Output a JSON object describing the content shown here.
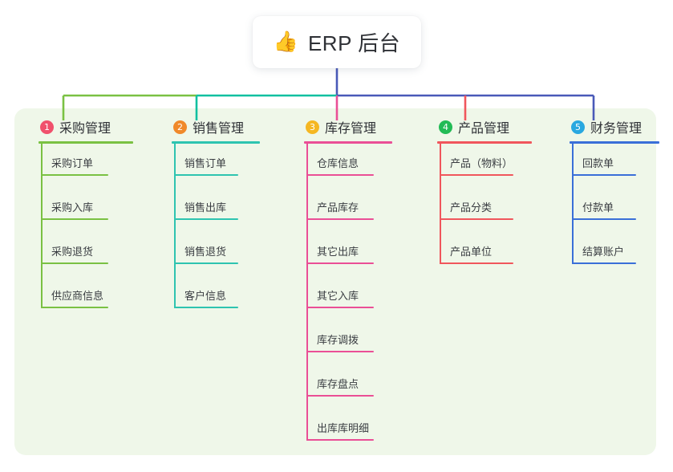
{
  "diagram": {
    "type": "mind-map",
    "root": {
      "emoji": "👍",
      "emoji_name": "thumbs-up-emoji",
      "title": "ERP 后台"
    },
    "panel_color": "#eff7e9",
    "root_connector_color": "#4959b8",
    "bus_segments": [
      {
        "name": "bus-green",
        "color": "#7ac143"
      },
      {
        "name": "bus-teal",
        "color": "#0fc0a0"
      },
      {
        "name": "bus-blue",
        "color": "#4959b8"
      }
    ],
    "branches": [
      {
        "number": "1",
        "title": "采购管理",
        "badge_color": "#f0516c",
        "line_color": "#7ac143",
        "drop_color": "#7ac143",
        "items": [
          "采购订单",
          "采购入库",
          "采购退货",
          "供应商信息"
        ]
      },
      {
        "number": "2",
        "title": "销售管理",
        "badge_color": "#f0892a",
        "line_color": "#2ec4b0",
        "drop_color": "#0fc0a0",
        "items": [
          "销售订单",
          "销售出库",
          "销售退货",
          "客户信息"
        ]
      },
      {
        "number": "3",
        "title": "库存管理",
        "badge_color": "#f5b722",
        "line_color": "#ea4f96",
        "drop_color": "#ea4f96",
        "items": [
          "仓库信息",
          "产品库存",
          "其它出库",
          "其它入库",
          "库存调拨",
          "库存盘点",
          "出库库明细"
        ]
      },
      {
        "number": "4",
        "title": "产品管理",
        "badge_color": "#22bb55",
        "line_color": "#f0565c",
        "drop_color": "#f0565c",
        "items": [
          "产品（物料）",
          "产品分类",
          "产品单位"
        ]
      },
      {
        "number": "5",
        "title": "财务管理",
        "badge_color": "#29a8e0",
        "line_color": "#3a6fd8",
        "drop_color": "#4959b8",
        "items": [
          "回款单",
          "付款单",
          "结算账户"
        ]
      }
    ]
  }
}
